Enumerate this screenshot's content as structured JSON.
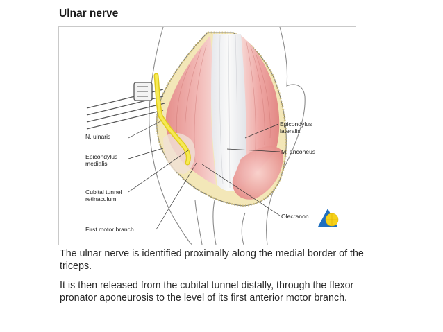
{
  "title": "Ulnar nerve",
  "figure": {
    "labels": {
      "n_ulnaris": "N. ulnaris",
      "epicondylus_medialis_1": "Epicondylus",
      "epicondylus_medialis_2": "medialis",
      "cubital_tunnel_1": "Cubital tunnel",
      "cubital_tunnel_2": "retinaculum",
      "first_motor_branch": "First motor branch",
      "epicondylus_lateralis_1": "Epicondylus",
      "epicondylus_lateralis_2": "lateralis",
      "m_anconeus": "M. anconeus",
      "olecranon": "Olecranon"
    },
    "colors": {
      "muscle": "#e79a98",
      "tendon": "#ececef",
      "nerve": "#f2e23a",
      "fat": "#f3e7b8",
      "logo_blue": "#1f6fbf",
      "logo_yellow": "#f6d21a"
    }
  },
  "text": {
    "paragraph_1": "The ulnar nerve is identified proximally along the medial border of the triceps.",
    "paragraph_2": "It is then released from the cubital tunnel distally, through the flexor pronator aponeurosis to the level of its first anterior motor branch."
  }
}
